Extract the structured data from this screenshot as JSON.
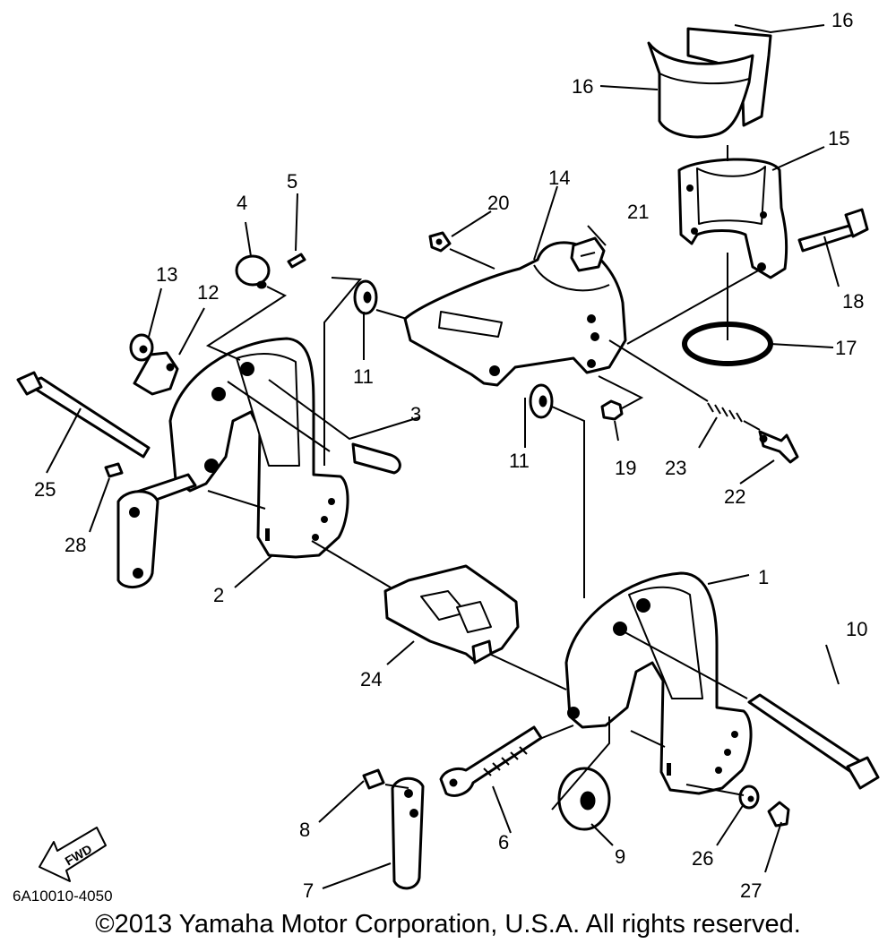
{
  "diagram": {
    "part_numbers": {
      "p1": "1",
      "p2": "2",
      "p3": "3",
      "p4": "4",
      "p5": "5",
      "p6": "6",
      "p7": "7",
      "p8": "8",
      "p9": "9",
      "p10": "10",
      "p11a": "11",
      "p11b": "11",
      "p12": "12",
      "p13": "13",
      "p14": "14",
      "p15": "15",
      "p16a": "16",
      "p16b": "16",
      "p17": "17",
      "p18": "18",
      "p19": "19",
      "p20": "20",
      "p21": "21",
      "p22": "22",
      "p23": "23",
      "p24": "24",
      "p25": "25",
      "p26": "26",
      "p27": "27",
      "p28": "28"
    },
    "direction_label": "FWD",
    "drawing_code": "6A10010-4050"
  },
  "footer": {
    "copyright": "©2013 Yamaha Motor Corporation, U.S.A. All rights reserved."
  }
}
